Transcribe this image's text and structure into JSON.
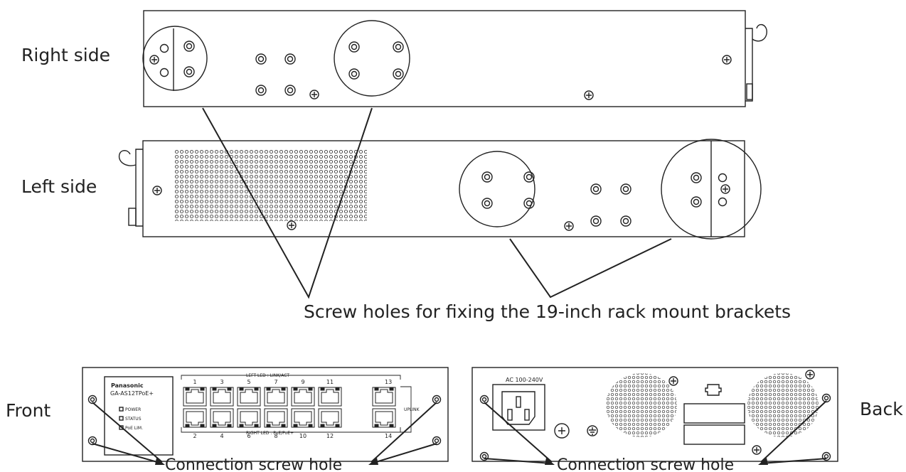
{
  "labels": {
    "right_side": "Right side",
    "left_side": "Left side",
    "rack_caption": "Screw holes for fixing the 19-inch rack mount brackets",
    "front": "Front",
    "back": "Back",
    "front_connection": "Connection screw hole",
    "back_connection": "Connection screw hole"
  },
  "front_panel": {
    "brand": "Panasonic",
    "model": "GA-AS12TPoE+",
    "leds": [
      "POWER",
      "STATUS",
      "PoE LIM."
    ],
    "left_led_caption": "LEFT LED : LINK/ACT",
    "right_led_caption": "RIGHT LED : PoE/PoE+",
    "top_ports": [
      "1",
      "3",
      "5",
      "7",
      "9",
      "11"
    ],
    "bottom_ports": [
      "2",
      "4",
      "6",
      "8",
      "10",
      "12"
    ],
    "uplink_top": "13",
    "uplink_bottom": "14",
    "uplink_label": "UPLINK"
  },
  "back_panel": {
    "power_label": "AC 100-240V"
  },
  "colors": {
    "line": "#222222",
    "fill": "#ffffff"
  }
}
